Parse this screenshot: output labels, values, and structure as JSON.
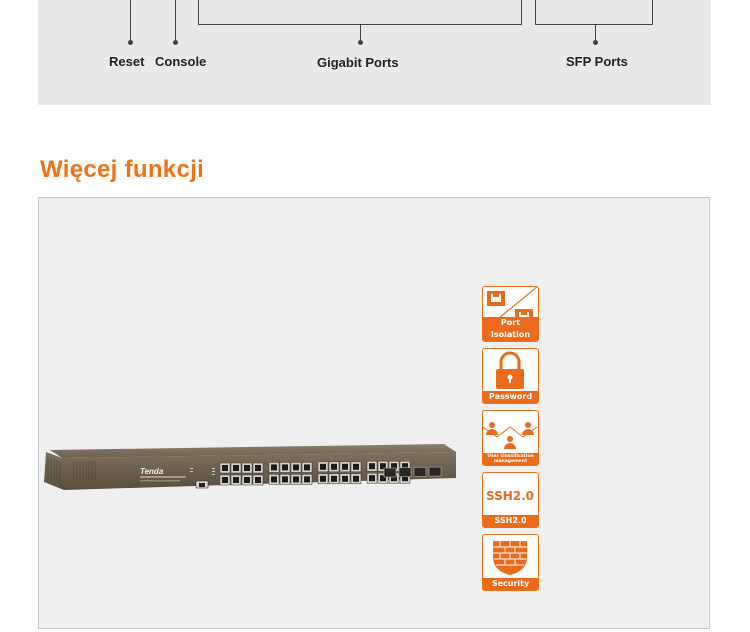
{
  "diagram": {
    "labels": {
      "reset": "Reset",
      "console": "Console",
      "gigabit_ports": "Gigabit Ports",
      "sfp_ports": "SFP Ports"
    }
  },
  "section": {
    "title": "Więcej funkcji"
  },
  "device": {
    "brand": "Tenda"
  },
  "features": [
    {
      "label": "Port Isolation",
      "icon": "port-isolation-icon"
    },
    {
      "label": "Password",
      "icon": "padlock-icon"
    },
    {
      "label": "User classification management",
      "icon": "users-icon"
    },
    {
      "label": "SSH2.0",
      "icon": "ssh-icon",
      "badge": "SSH2.0"
    },
    {
      "label": "Security",
      "icon": "firewall-icon"
    }
  ],
  "colors": {
    "accent": "#f07216",
    "panel_bg": "#efefef",
    "device_body": "#6e6350"
  }
}
